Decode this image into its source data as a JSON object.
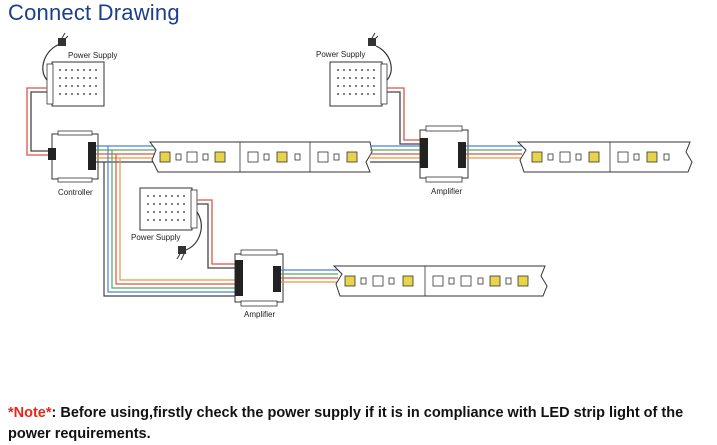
{
  "title": "Connect Drawing",
  "labels": {
    "power_supply": "Power Supply",
    "controller": "Controller",
    "amplifier": "Amplifier"
  },
  "note": {
    "label": "*Note*",
    "text": ": Before using,firstly check the power supply if it is in compliance with LED strip light of the power requirements."
  },
  "colors": {
    "title": "#1b3f8f",
    "note_label": "#e8261e",
    "wire_red": "#e0524a",
    "wire_green": "#4fae5a",
    "wire_blue": "#4f7fd8",
    "wire_orange": "#e59a3a",
    "wire_black": "#444444",
    "led_warm": "#e8d44a"
  }
}
